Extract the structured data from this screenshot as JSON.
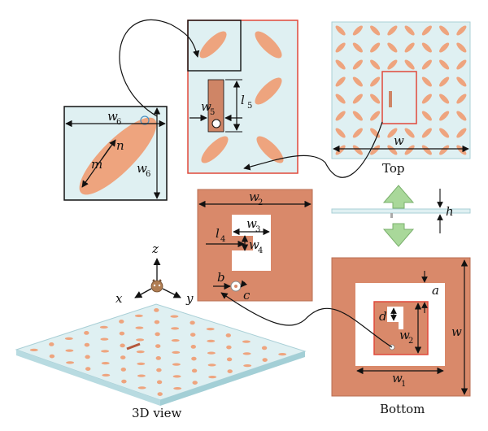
{
  "colors": {
    "substrate": "#dff0f2",
    "substrate_edge": "#a9cfd6",
    "copper": "#d9896a",
    "copper_fill": "#cf8566",
    "patch": "#eea47e",
    "red_frame": "#e0483a",
    "green_arrow": "#a9d89a",
    "ink": "#111111"
  },
  "captions": {
    "top": "Top",
    "bottom": "Bottom",
    "view3d": "3D view"
  },
  "axes": {
    "x": "x",
    "y": "y",
    "z": "z"
  },
  "labels": {
    "w": "w",
    "w1": "w",
    "w1_sub": "1",
    "w2": "w",
    "w2_sub": "2",
    "w3": "w",
    "w3_sub": "3",
    "w4": "w",
    "w4_sub": "4",
    "w5": "w",
    "w5_sub": "5",
    "w6": "w",
    "w6_sub": "6",
    "l4": "l",
    "l4_sub": "4",
    "l5": "l",
    "l5_sub": "5",
    "h": "h",
    "a": "a",
    "b": "b",
    "c": "c",
    "d": "d",
    "m": "m",
    "n": "n"
  }
}
